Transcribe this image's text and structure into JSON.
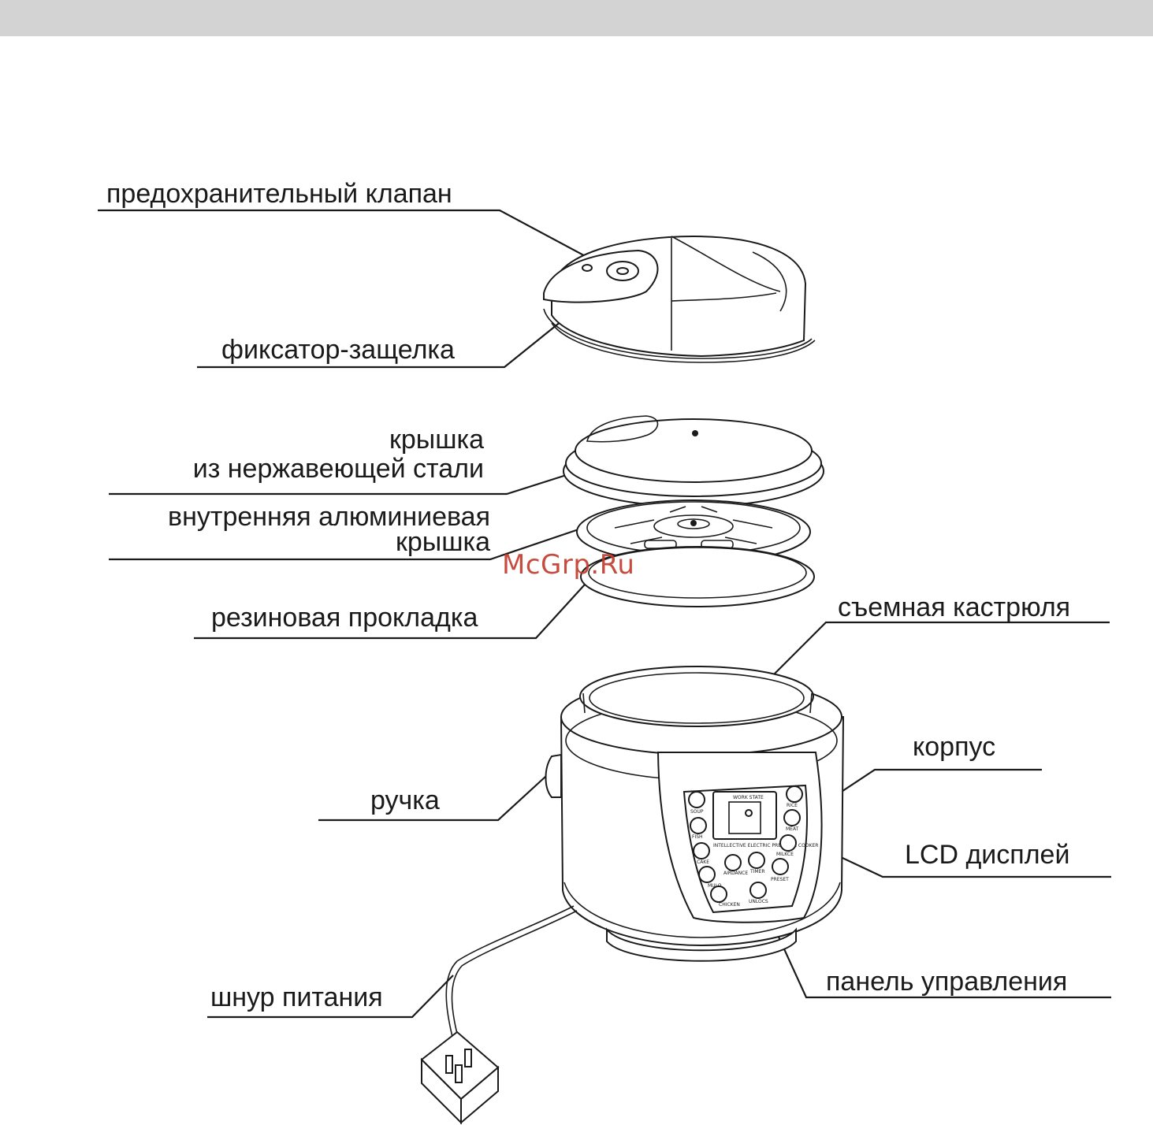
{
  "labels": {
    "safety_valve": "предохранительный клапан",
    "latch": "фиксатор-защелка",
    "steel_lid_line1": "крышка",
    "steel_lid_line2": "из нержавеющей стали",
    "alu_lid_line1": "внутренняя алюминиевая",
    "alu_lid_line2": "крышка",
    "gasket": "резиновая прокладка",
    "inner_pot": "съемная кастрюля",
    "body": "корпус",
    "handle": "ручка",
    "lcd": "LCD дисплей",
    "control_panel": "панель управления",
    "power_cord": "шнур питания"
  },
  "watermark": "McGrp.Ru",
  "panel": {
    "buttons": [
      "SOUP",
      "RICE",
      "FISH",
      "MEAT",
      "CAKE",
      "MILKCE",
      "MULO",
      "PRESET",
      "CHICKEN",
      "UNLOCS",
      "AIRDANCE",
      "TIMER"
    ],
    "display_caption": "INTELLECTIVE ELECTRIC PRESSURE COOKER",
    "work_state": "WORK STATE"
  }
}
